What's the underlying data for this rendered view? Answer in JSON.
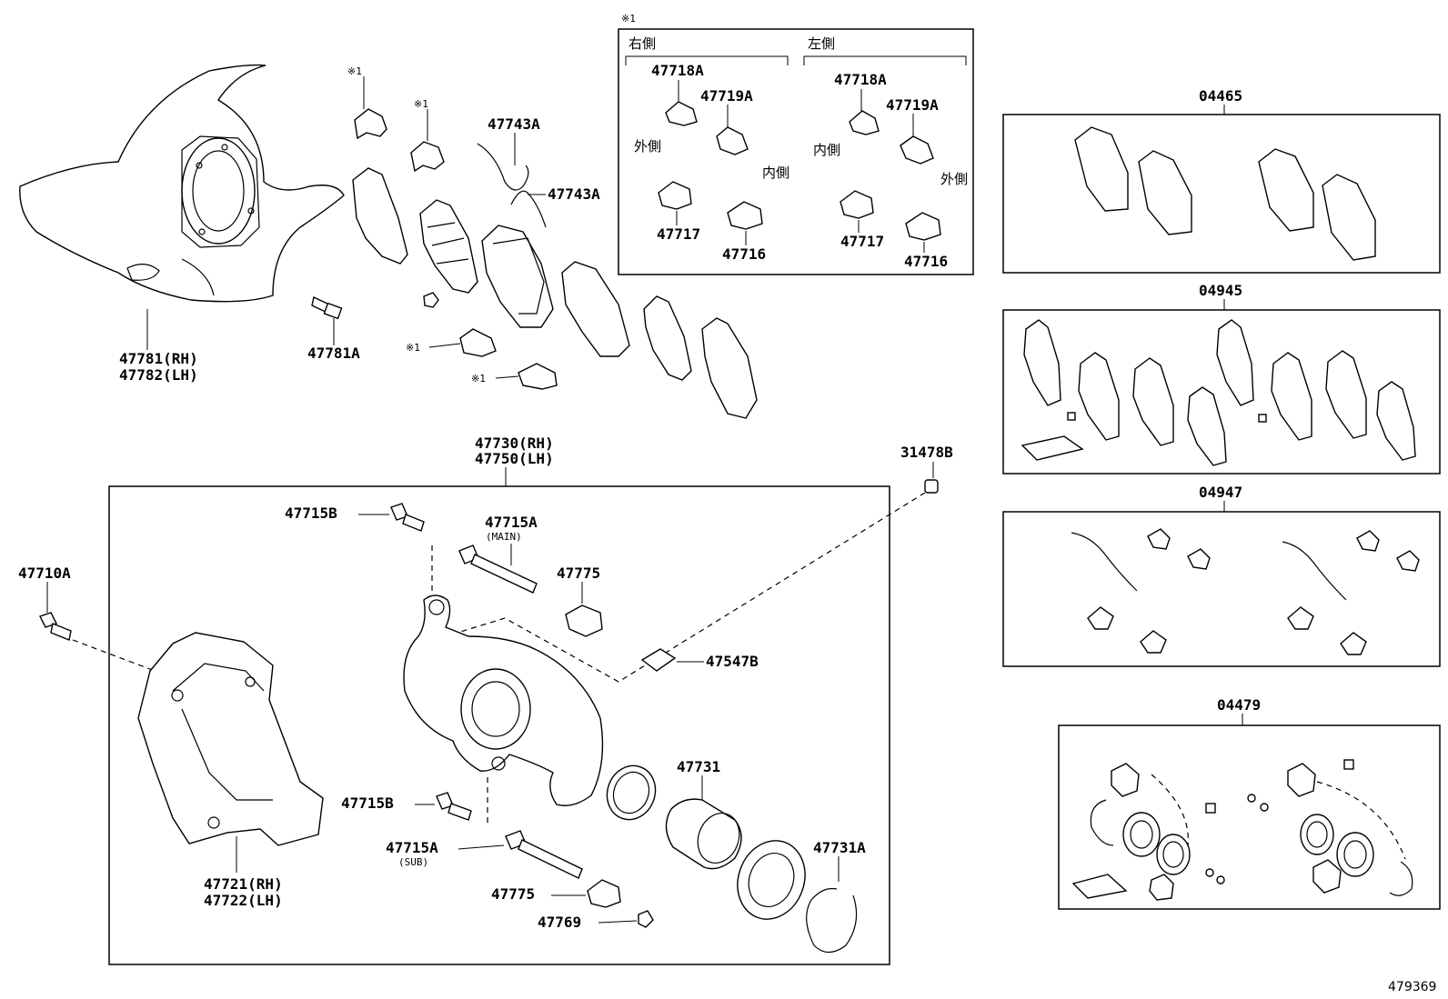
{
  "diagram_id": "479369",
  "note_mark": "※1",
  "labels": {
    "shield_rh": "47781(RH)",
    "shield_lh": "47782(LH)",
    "shield_bolt": "47781A",
    "spring_a": "47743A",
    "spring_b": "47743A",
    "caliper_rh": "47730(RH)",
    "caliper_lh": "47750(LH)",
    "bleeder_cap": "31478B",
    "mount_bolt": "47710A",
    "pin_bolt_top": "47715B",
    "pin_main": "47715A",
    "pin_main_note": "(MAIN)",
    "boot_top": "47775",
    "bleeder_plug": "47547B",
    "cylinder_seal_kit": "47731",
    "pin_bolt_bottom": "47715B",
    "pin_sub": "47715A",
    "pin_sub_note": "(SUB)",
    "boot_bottom": "47775",
    "bushing": "47769",
    "ring": "47731A",
    "mounting_rh": "47721(RH)",
    "mounting_lh": "47722(LH)"
  },
  "detail_box": {
    "title_mark": "※1",
    "right_side": "右側",
    "left_side": "左側",
    "outer": "外側",
    "inner": "内側",
    "r_anti_squeal_a": "47718A",
    "r_anti_squeal_b": "47719A",
    "r_shim_outer": "47717",
    "r_shim_inner": "47716",
    "l_anti_squeal_a": "47718A",
    "l_anti_squeal_b": "47719A",
    "l_shim_inner": "47717",
    "l_shim_outer": "47716"
  },
  "kits": [
    {
      "code": "04465"
    },
    {
      "code": "04945"
    },
    {
      "code": "04947"
    },
    {
      "code": "04479"
    }
  ]
}
